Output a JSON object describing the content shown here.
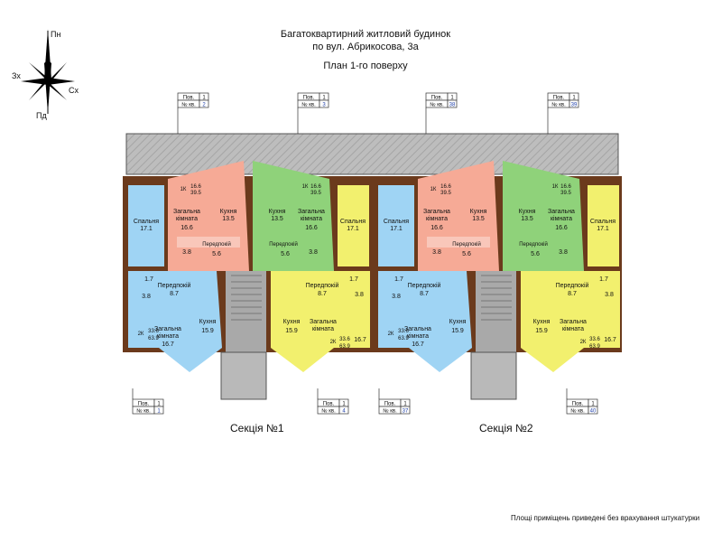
{
  "header": {
    "line1": "Багатоквартирний житловий будинок",
    "line2": "по вул. Абрикосова, 3а",
    "line3": "План 1-го поверху"
  },
  "compass": {
    "n": "Пн",
    "s": "Пд",
    "w": "Зх",
    "e": "Сх"
  },
  "sections": [
    "Секція №1",
    "Секція №2"
  ],
  "footnote": "Площі приміщень приведені без врахування штукатурки",
  "tag_labels": {
    "floor": "Пов.",
    "apt": "№ кв."
  },
  "tags": [
    {
      "floor": "1",
      "apt": "2"
    },
    {
      "floor": "1",
      "apt": "3"
    },
    {
      "floor": "1",
      "apt": "38"
    },
    {
      "floor": "1",
      "apt": "39"
    },
    {
      "floor": "1",
      "apt": "1"
    },
    {
      "floor": "1",
      "apt": "4"
    },
    {
      "floor": "1",
      "apt": "37"
    },
    {
      "floor": "1",
      "apt": "40"
    }
  ],
  "room_labels": {
    "bedroom": "Спальня",
    "living1": "Загальна",
    "living2": "кімната",
    "kitchen": "Кухня",
    "hall": "Передпокій"
  },
  "apt_types": {
    "one_room": "1К",
    "two_room": "2К"
  },
  "apartment_areas": {
    "one_room": {
      "living": "16.6",
      "total": "39.5"
    },
    "two_room": {
      "living": "33.6",
      "total": "63.9"
    }
  },
  "room_areas": {
    "bedroom": "17.1",
    "living_1k": "16.6",
    "kitchen_1k": "13.5",
    "hall_1k": "5.6",
    "bath_1k": "3.8",
    "living_2k": "16.7",
    "kitchen_2k": "15.9",
    "hall_2k": "8.7",
    "bath_2k": "3.8",
    "wc_2k": "1.7"
  },
  "colors": {
    "blue": "#9fd4f4",
    "salmon": "#f6aa96",
    "green": "#8fd27a",
    "yellow": "#f2f06e",
    "wall": "#5a2a12",
    "terrace": "#b9b9b9",
    "stair": "#a9a9a9"
  }
}
